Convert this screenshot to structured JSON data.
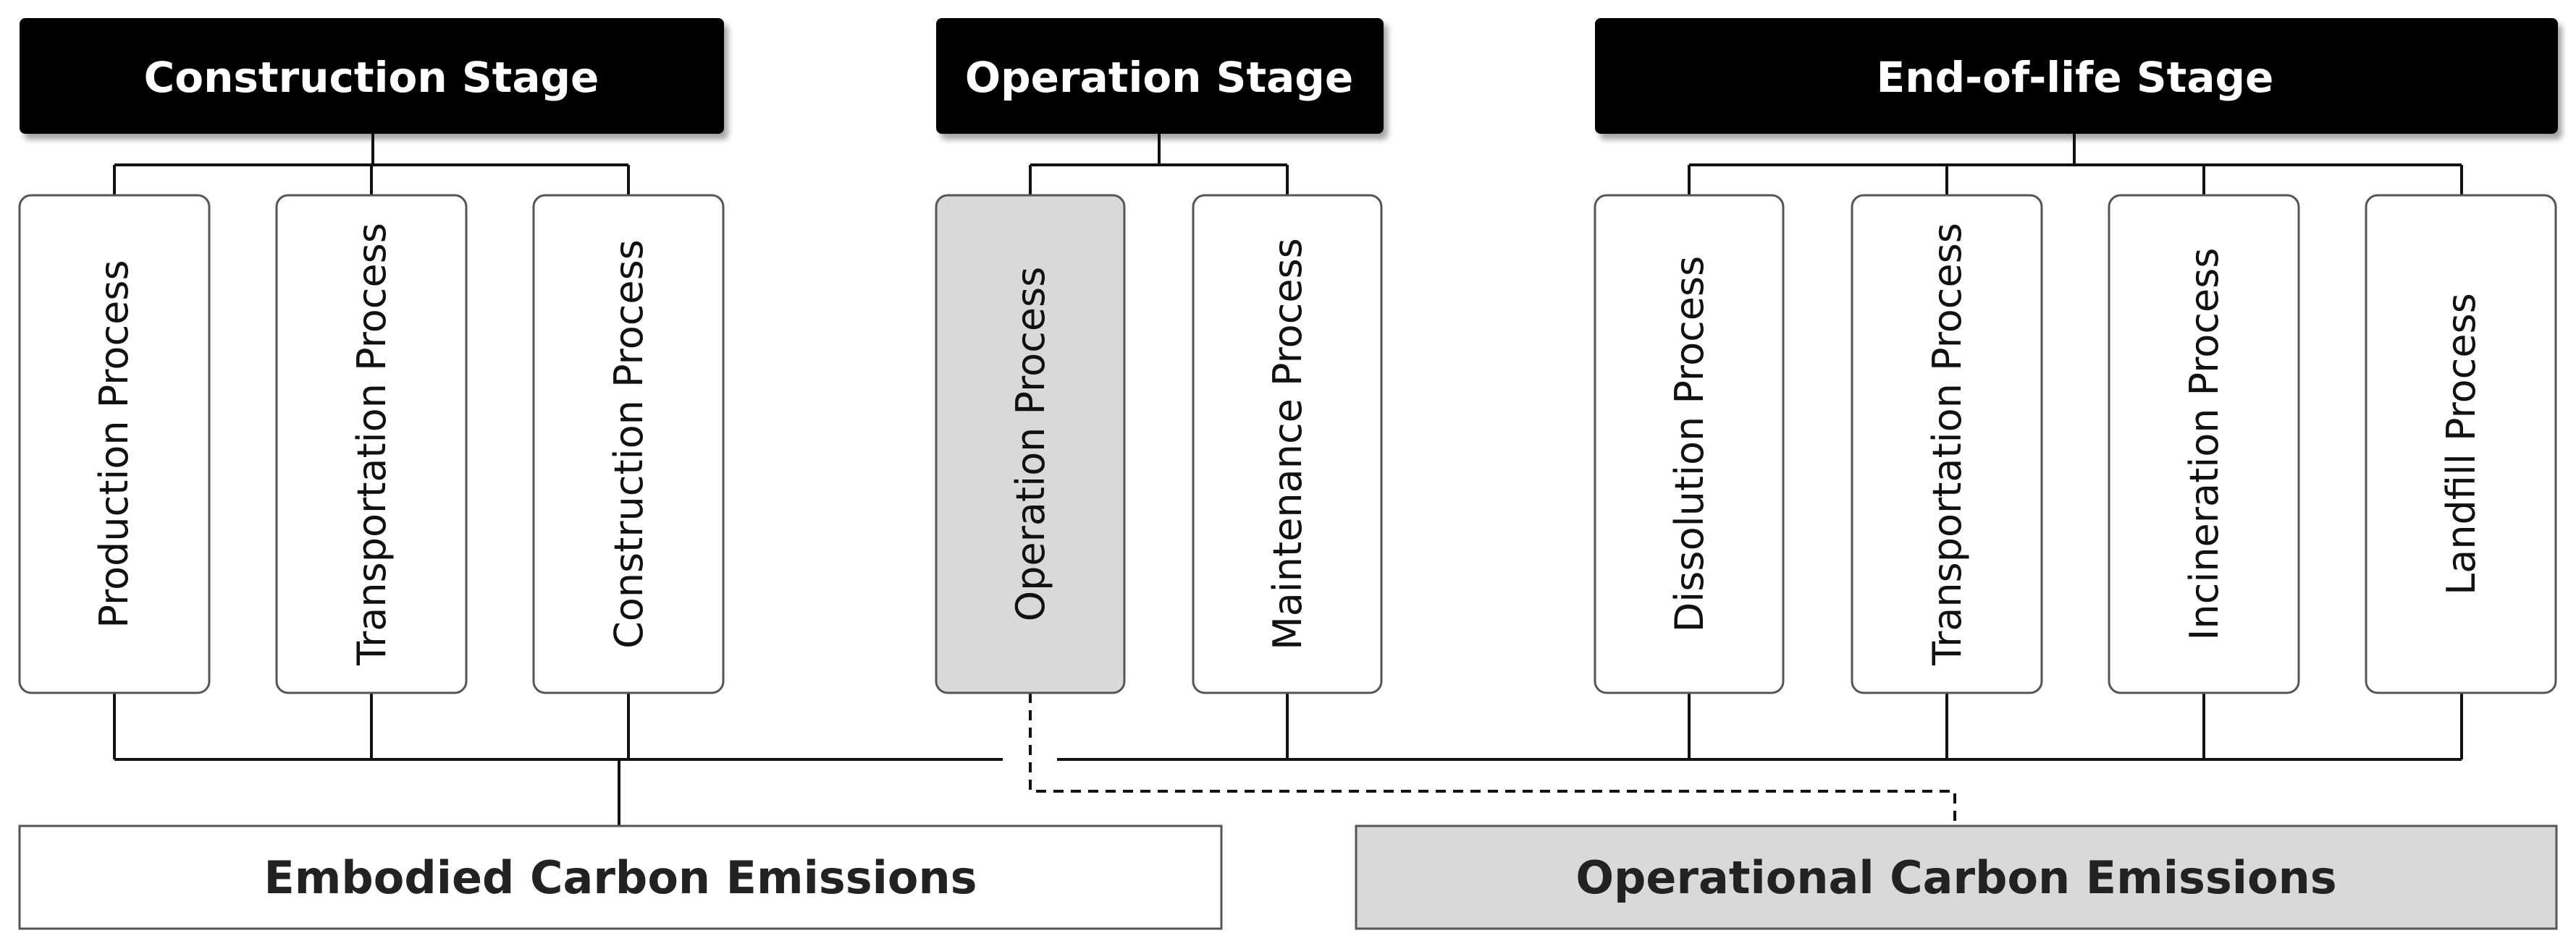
{
  "stages": {
    "construction": {
      "title": "Construction Stage",
      "processes": [
        "Production Process",
        "Transportation Process",
        "Construction Process"
      ]
    },
    "operation": {
      "title": "Operation Stage",
      "processes": [
        "Operation Process",
        "Maintenance Process"
      ]
    },
    "end_of_life": {
      "title": "End-of-life Stage",
      "processes": [
        "Dissolution Process",
        "Transportation Process",
        "Incineration Process",
        "Landfill Process"
      ]
    }
  },
  "emissions": {
    "embodied": "Embodied Carbon Emissions",
    "operational": "Operational Carbon Emissions"
  },
  "colors": {
    "header_fill": "#000000",
    "header_text": "#ffffff",
    "highlight_fill": "#d9d9d9",
    "box_stroke": "#555555",
    "connector": "#111111"
  }
}
